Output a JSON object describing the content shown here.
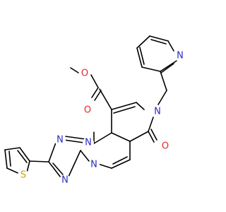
{
  "molecule": {
    "atoms": {
      "o_ester_ether": {
        "symbol": "O",
        "color": "#e02a2a"
      },
      "o_ester_carbonyl": {
        "symbol": "O",
        "color": "#e02a2a"
      },
      "o_ketone": {
        "symbol": "O",
        "color": "#e02a2a"
      },
      "n_pyridine": {
        "symbol": "N",
        "color": "#2a2ac6"
      },
      "n_ring_lactam": {
        "symbol": "N",
        "color": "#2a2ac6"
      },
      "n_triazole_top": {
        "symbol": "N",
        "color": "#2a2ac6"
      },
      "n_triazole_bridge": {
        "symbol": "N",
        "color": "#2a2ac6"
      },
      "n_triazole_bottom": {
        "symbol": "N",
        "color": "#2a2ac6"
      },
      "n_pyrimidine": {
        "symbol": "N",
        "color": "#2a2ac6"
      },
      "s_thiophene": {
        "symbol": "S",
        "color": "#c9a400"
      }
    }
  }
}
